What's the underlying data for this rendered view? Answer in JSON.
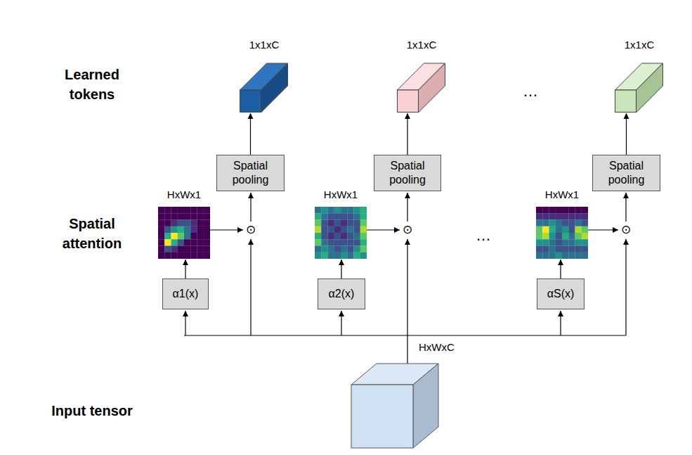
{
  "diagram": {
    "nodes": [
      {
        "text": [
          "1x1xC"
        ]
      },
      {
        "text": [
          "1x1xC"
        ]
      },
      {
        "text": [
          "1x1xC"
        ]
      },
      {
        "text": [
          "Spatial pooling"
        ]
      },
      {
        "text": [
          "Spatial pooling"
        ]
      },
      {
        "text": [
          "Spatial pooling"
        ]
      },
      {
        "text": [
          "HxWx1"
        ]
      },
      {
        "text": [
          "HxWx1"
        ]
      },
      {
        "text": [
          "HxWx1"
        ]
      },
      {
        "text": [
          "α1(x)"
        ]
      },
      {
        "text": [
          "α2(x)"
        ]
      },
      {
        "text": [
          "αS(x)"
        ]
      }
    ],
    "edges": [
      {
        "from": 9,
        "to": 6,
        "arrow": "to"
      },
      {
        "from": 10,
        "to": 7,
        "arrow": "to"
      },
      {
        "from": 11,
        "to": 8,
        "arrow": "to"
      },
      {
        "from": 3,
        "to": 0,
        "arrow": "to"
      },
      {
        "from": 4,
        "to": 1,
        "arrow": "to"
      },
      {
        "from": 5,
        "to": 2,
        "arrow": "to"
      }
    ],
    "labels": [
      "Learned tokens",
      "Spatial attention",
      "Input tensor",
      "HxWxC",
      "…",
      "…",
      "⊙",
      "⊙",
      "⊙"
    ]
  }
}
